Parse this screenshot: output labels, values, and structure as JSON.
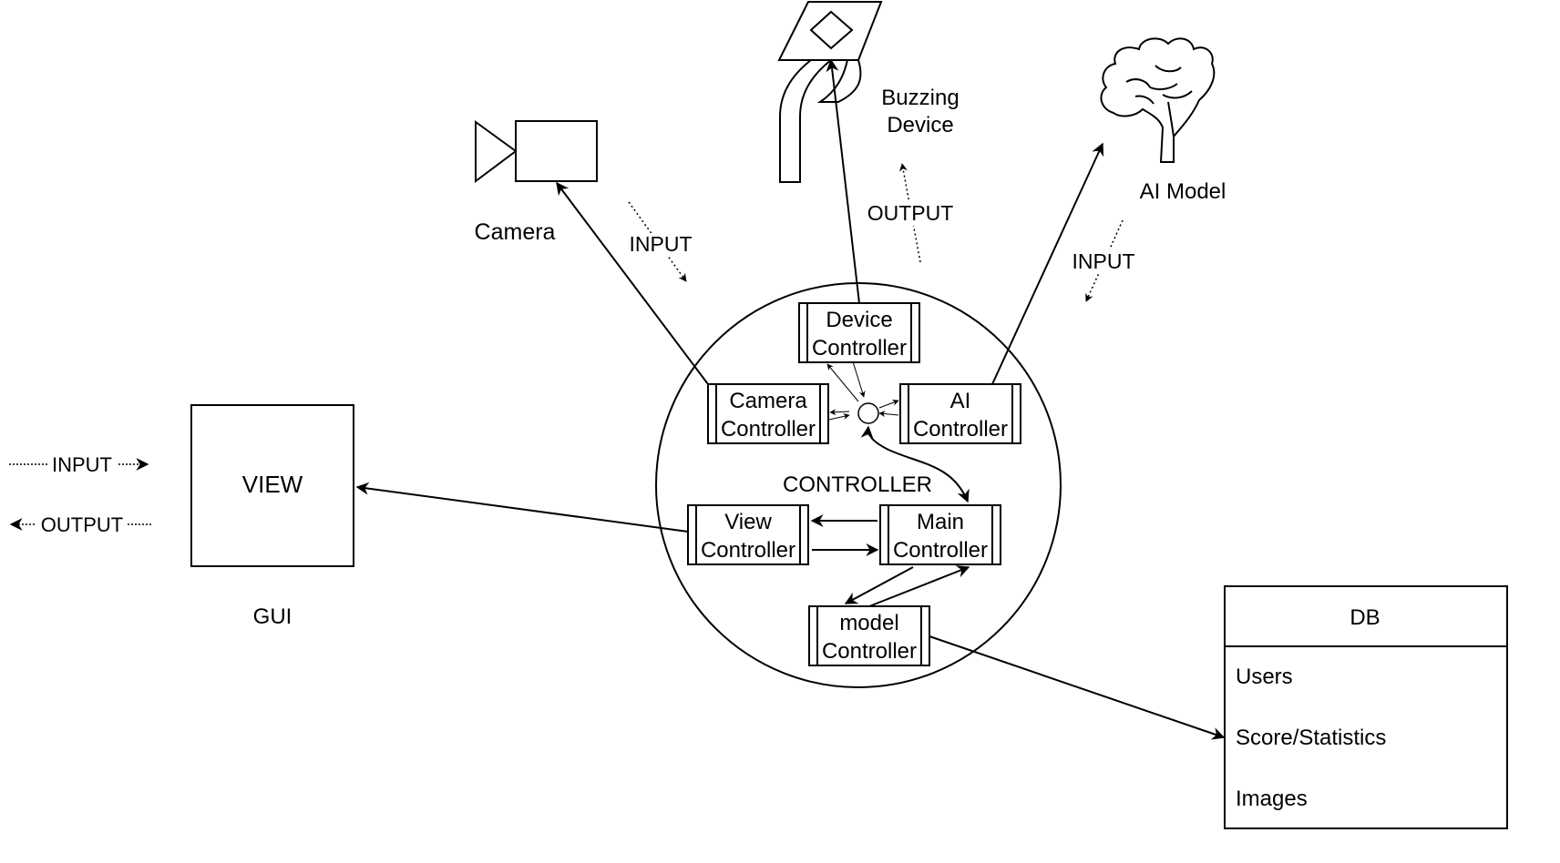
{
  "legend": {
    "input": "INPUT",
    "output": "OUTPUT"
  },
  "gui": {
    "box_label": "VIEW",
    "caption": "GUI"
  },
  "camera": {
    "label": "Camera",
    "flow_label": "INPUT"
  },
  "device": {
    "label_line1": "Buzzing",
    "label_line2": "Device",
    "flow_label": "OUTPUT"
  },
  "ai": {
    "label": "AI Model",
    "flow_label": "INPUT"
  },
  "controller": {
    "title": "CONTROLLER",
    "nodes": {
      "device": [
        "Device",
        "Controller"
      ],
      "camera": [
        "Camera",
        "Controller"
      ],
      "ai": [
        "AI",
        "Controller"
      ],
      "view": [
        "View",
        "Controller"
      ],
      "main": [
        "Main",
        "Controller"
      ],
      "model": [
        "model",
        "Controller"
      ]
    }
  },
  "db": {
    "title": "DB",
    "rows": [
      "Users",
      "Score/Statistics",
      "Images"
    ]
  }
}
